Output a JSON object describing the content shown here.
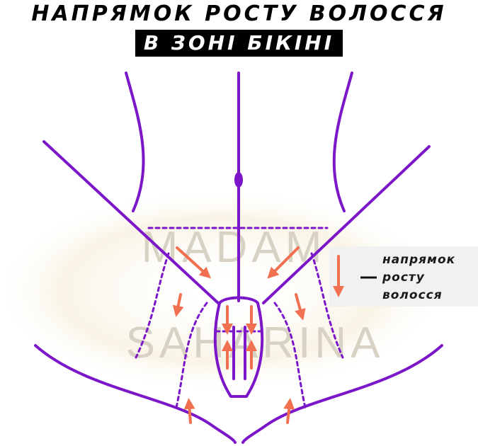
{
  "title": {
    "line1": "НАПРЯМОК РОСТУ ВОЛОССЯ",
    "line2": "В ЗОНІ БІКІНІ"
  },
  "legend": {
    "line1": "напрямок",
    "line2": "росту",
    "line3": "волосся"
  },
  "watermark": {
    "line1": "MADAM",
    "line2": "SAHARINA"
  },
  "colors": {
    "outline": "#7b16c9",
    "arrow": "#f0704f",
    "title_bg": "#000000",
    "legend_bg": "#f1f1f1",
    "watermark_glow": "#f6efd9"
  },
  "icons": {
    "arrow": "arrow-icon",
    "legend_dash": "dash-icon"
  }
}
